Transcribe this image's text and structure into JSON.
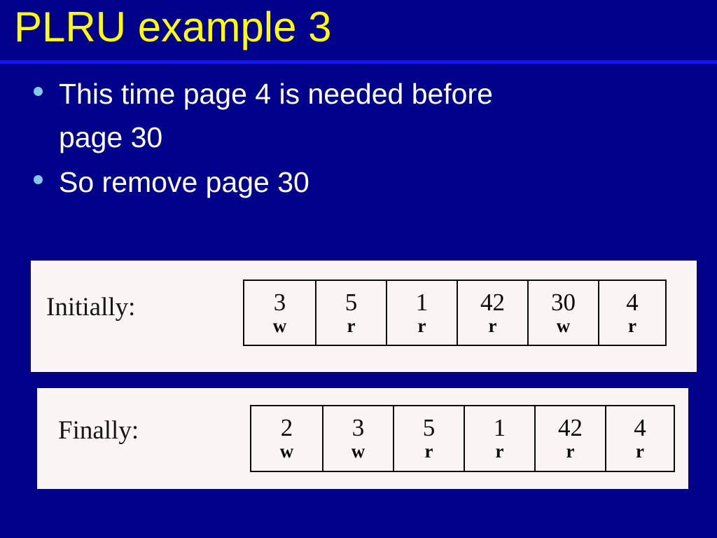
{
  "slide": {
    "title": "PLRU example 3",
    "background_color": "#00008B",
    "title_color": "#FFFF00",
    "rule_color": "#1616E8",
    "bullet_color": "#84C7E8",
    "panel_color": "#FBF6F5",
    "ink_color": "#0A0A0A"
  },
  "bullets": [
    {
      "text": "This time page 4 is needed before\npage 30"
    },
    {
      "text": "So remove page 30"
    }
  ],
  "tables": [
    {
      "label": "Initially:",
      "cell_widths": [
        103,
        101,
        101,
        101,
        101,
        94
      ],
      "cells": [
        {
          "value": "3",
          "mode": "w"
        },
        {
          "value": "5",
          "mode": "r"
        },
        {
          "value": "1",
          "mode": "r"
        },
        {
          "value": "42",
          "mode": "r"
        },
        {
          "value": "30",
          "mode": "w"
        },
        {
          "value": "4",
          "mode": "r"
        }
      ]
    },
    {
      "label": "Finally:",
      "cell_widths": [
        103,
        101,
        101,
        101,
        101,
        96
      ],
      "cells": [
        {
          "value": "2",
          "mode": "w"
        },
        {
          "value": "3",
          "mode": "w"
        },
        {
          "value": "5",
          "mode": "r"
        },
        {
          "value": "1",
          "mode": "r"
        },
        {
          "value": "42",
          "mode": "r"
        },
        {
          "value": "4",
          "mode": "r"
        }
      ]
    }
  ]
}
